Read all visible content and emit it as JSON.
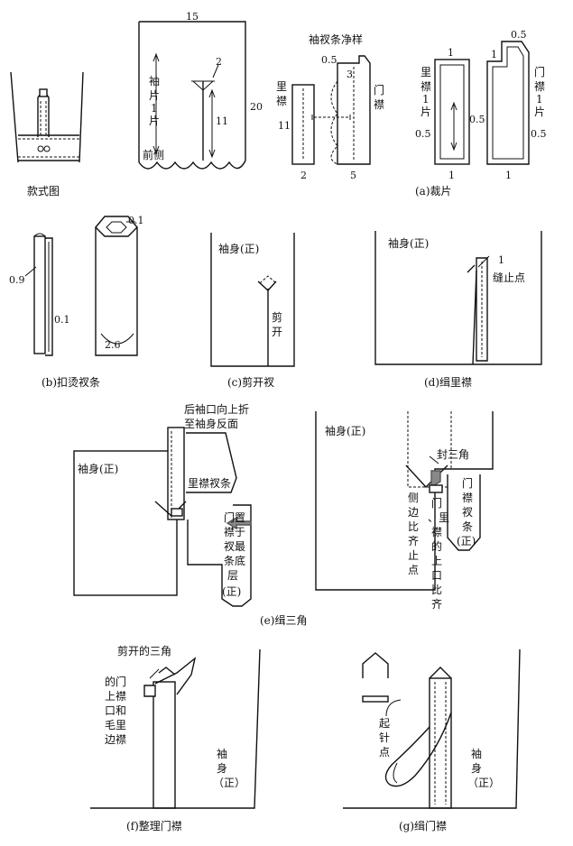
{
  "captions": {
    "style": "款式图",
    "a": "(a)裁片",
    "b": "(b)扣烫衩条",
    "c": "(c)剪开衩",
    "d": "(d)缉里襟",
    "e": "(e)缉三角",
    "f": "(f)整理门襟",
    "g": "(g)缉门襟"
  },
  "a": {
    "title": "袖衩条净样",
    "w15": "15",
    "h20": "20",
    "n2": "2",
    "n11a": "11",
    "front": "前侧",
    "sleeve_piece": [
      "袖",
      "片",
      "1",
      "片"
    ],
    "under_label": [
      "里",
      "襟"
    ],
    "over_label": [
      "门",
      "襟"
    ],
    "n11b": "11",
    "n05a": "0.5",
    "n3": "3",
    "n2b": "2",
    "n5": "5",
    "r_under_label": [
      "里",
      "襟",
      "1",
      "片"
    ],
    "r_over_label": [
      "门",
      "襟",
      "1",
      "片"
    ],
    "r1a": "1",
    "r05a": "0.5",
    "r05b": "0.5",
    "r1b": "1",
    "r05c": "0.5",
    "r1c": "1",
    "r1d": "1",
    "r05d": "0.5"
  },
  "b": {
    "n01a": "0.1",
    "n09": "0.9",
    "n01b": "0.1",
    "n26": "2.6"
  },
  "c": {
    "body": "袖身(正)",
    "cut": [
      "剪",
      "开"
    ]
  },
  "d": {
    "body": "袖身(正)",
    "n1": "1",
    "stop": "缝止点"
  },
  "e": {
    "body1": "袖身(正)",
    "fold": [
      "后袖口向上折",
      "至袖身反面"
    ],
    "under_strip": "里襟衩条",
    "place": [
      "门置",
      "襟于",
      "衩最",
      "条底",
      "层"
    ],
    "zheng1": "(正)",
    "body2": "袖身(正)",
    "seal": "封三角",
    "side": [
      "侧",
      "边",
      "比",
      "齐",
      "止",
      "点"
    ],
    "over_strip": [
      "门",
      "襟",
      "衩",
      "条",
      "(正)"
    ],
    "top": [
      "门",
      "、里",
      "襟",
      "的",
      "上",
      "口",
      "比",
      "齐"
    ]
  },
  "f": {
    "triangle": "剪开的三角",
    "edge": [
      "的门",
      "上襟",
      "口和",
      "毛里",
      "边襟"
    ],
    "body": [
      "袖",
      "身",
      "（正）"
    ]
  },
  "g": {
    "start": [
      "起",
      "针",
      "点"
    ],
    "body": [
      "袖",
      "身",
      "（正）"
    ]
  }
}
